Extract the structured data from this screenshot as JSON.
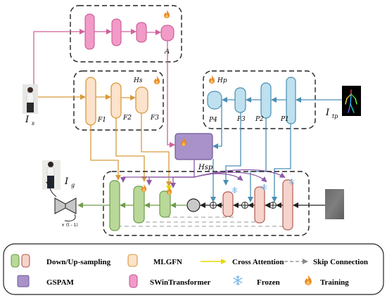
{
  "labels": {
    "i_s": "I",
    "i_s_sub": "s",
    "i_tp": "I",
    "i_tp_sub": "tp",
    "i_g": "I",
    "i_g_sub": "g",
    "a": "A",
    "hs": "Hs",
    "hp": "Hp",
    "hsp": "Hsp",
    "f1": "F1",
    "f2": "F2",
    "f3": "F3",
    "p1": "P1",
    "p2": "P2",
    "p3": "P3",
    "p4": "P4",
    "times_t": "× (t - 1)"
  },
  "legend": {
    "down_up": "Down/Up-sampling",
    "mlgfn": "MLGFN",
    "cross_attention": "Cross Attention",
    "skip_connection": "Skip Connection",
    "gspam": "GSPAM",
    "swin": "SWinTransformer",
    "frozen": "Frozen",
    "training": "Training"
  },
  "colors": {
    "pink_block": "#f29ac8",
    "orange_block": "#fde2cc",
    "orange_edge": "#d79a3a",
    "blue_block": "#bfe0ee",
    "blue_edge": "#4a8fb3",
    "green_block": "#b9d89a",
    "green_edge": "#6f9c4a",
    "salmon_block": "#f6d3cb",
    "salmon_edge": "#b05a52",
    "purple_block": "#a892c9",
    "purple_line": "#8e5aa9",
    "cross_attention": "#f2e600",
    "frozen": "#7db8e8",
    "flame": "#e88a2a"
  }
}
